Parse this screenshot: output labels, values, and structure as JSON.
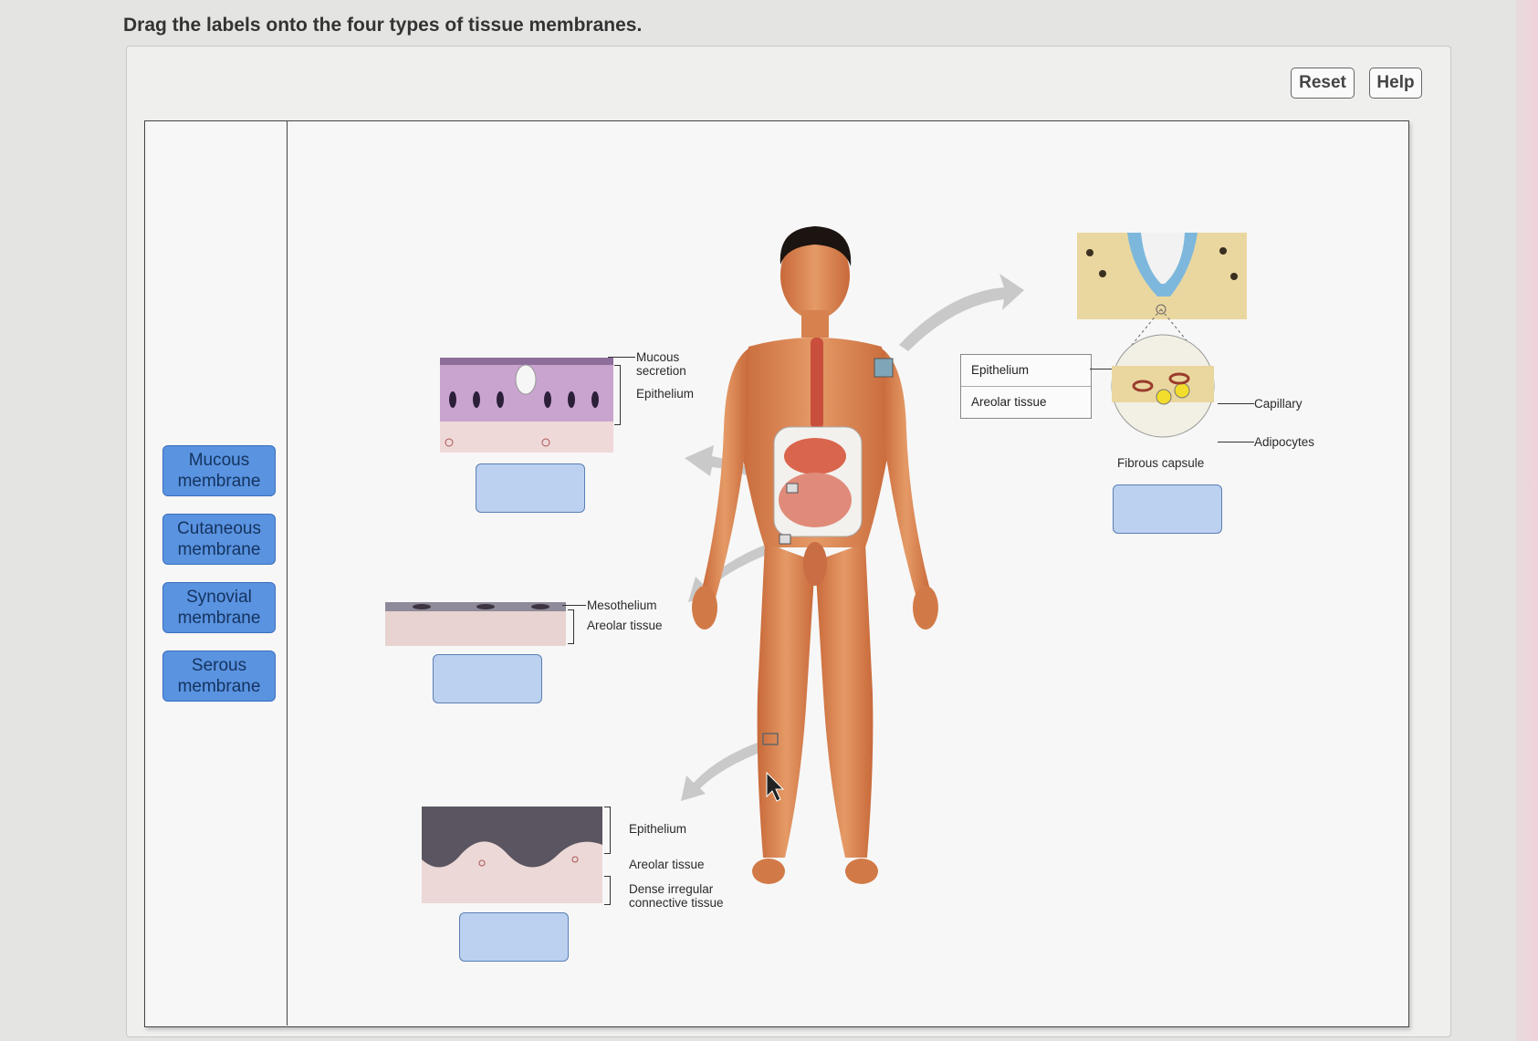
{
  "instruction": "Drag the labels onto the four types of tissue membranes.",
  "buttons": {
    "reset": "Reset",
    "help": "Help"
  },
  "label_bank": [
    {
      "line1": "Mucous",
      "line2": "membrane"
    },
    {
      "line1": "Cutaneous",
      "line2": "membrane"
    },
    {
      "line1": "Synovial",
      "line2": "membrane"
    },
    {
      "line1": "Serous",
      "line2": "membrane"
    }
  ],
  "figure": {
    "mucous_panel": {
      "secretion_l1": "Mucous",
      "secretion_l2": "secretion",
      "epithelium": "Epithelium"
    },
    "serous_panel": {
      "mesothelium": "Mesothelium",
      "areolar": "Areolar tissue"
    },
    "cutaneous_panel": {
      "epithelium": "Epithelium",
      "areolar": "Areolar tissue",
      "dense_l1": "Dense irregular",
      "dense_l2": "connective tissue"
    },
    "synovial_panel": {
      "epithelium": "Epithelium",
      "areolar": "Areolar tissue",
      "capillary": "Capillary",
      "adipocytes": "Adipocytes",
      "fibrous_capsule": "Fibrous capsule"
    }
  },
  "colors": {
    "chip": "#5a93e0",
    "drop_target": "#bcd1f0",
    "skin": "#d9804e"
  }
}
